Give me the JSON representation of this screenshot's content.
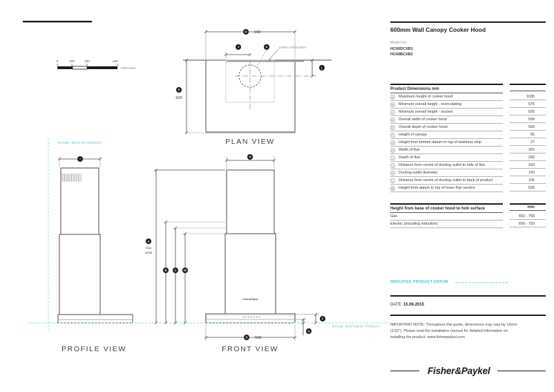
{
  "scale_bar": {
    "ticks": [
      "0",
      "100",
      "200",
      "400"
    ],
    "unit": "Millimetres"
  },
  "plan_view": {
    "title": "PLAN VIEW",
    "width_badge": "D",
    "width_value": "598",
    "depth_badge": "E",
    "depth_value": "500",
    "offset_badge": "J",
    "outlet_badge": "K",
    "back_badge": "L",
    "power_cord_note": "power cord location"
  },
  "profile_view": {
    "title": "PROFILE VIEW",
    "datum_rear_label": "DATUM : REAR OF PRODUCT",
    "flue_depth_badge": "I"
  },
  "front_view": {
    "title": "FRONT VIEW",
    "flue_width_badge": "H",
    "max_height_badge": "A",
    "max_height_prefix": "max",
    "max_height_value": "1035",
    "recirc_badge": "B",
    "ducted_badge": "C",
    "lower_flue_badge": "M",
    "canopy_badge": "F",
    "strip_badge": "G",
    "width_badge": "D",
    "width_value": "598",
    "brand_text": "Fisher&Paykel",
    "datum_bottom_label": "DATUM : BOTTOM OF PRODUCT"
  },
  "info": {
    "title": "600mm Wall Canopy Cooker Hood",
    "model_label": "Model no:",
    "models": [
      "HC60DCXB1",
      "HC60BCXB2"
    ],
    "dimensions_table": {
      "header": "Product Dimensions mm",
      "rows": [
        {
          "key": "A",
          "label": "Maximum height of cooker hood",
          "value": "1035"
        },
        {
          "key": "B",
          "label": "Minimum overall height - recirculating",
          "value": "675"
        },
        {
          "key": "C",
          "label": "Minimum overall height - ducted",
          "value": "635"
        },
        {
          "key": "D",
          "label": "Overall width of cooker hood",
          "value": "598"
        },
        {
          "key": "E",
          "label": "Overall depth of cooker hood",
          "value": "500"
        },
        {
          "key": "F",
          "label": "Height of canopy",
          "value": "55"
        },
        {
          "key": "G",
          "label": "Height from bottom datum to top of stainless strip",
          "value": "27"
        },
        {
          "key": "H",
          "label": "Width of flue",
          "value": "320"
        },
        {
          "key": "I",
          "label": "Depth of flue",
          "value": "290"
        },
        {
          "key": "J",
          "label": "Distance from centre of ducting outlet to side of flue",
          "value": "160"
        },
        {
          "key": "K",
          "label": "Ducting outlet diameter",
          "value": "150"
        },
        {
          "key": "L",
          "label": "Distance from centre of ducting outlet to back of product",
          "value": "105"
        },
        {
          "key": "M",
          "label": "Height from datum to top of lower flue section",
          "value": "595"
        }
      ]
    },
    "hob_table": {
      "header": "Height from base of cooker hood to hob surface",
      "unit": "mm",
      "rows": [
        {
          "label": "Gas",
          "value": "650 - 750"
        },
        {
          "label": "Electric (including induction)",
          "value": "600 - 750"
        }
      ]
    },
    "datum_legend": "INDICATES PRODUCT DATUM",
    "date_label": "DATE:",
    "date_value": "15.06.2015",
    "note": "IMPORTANT NOTE: Throughout this guide, dimensions may vary by ±2mm (1/32\"). Please read the installation manual for detailed information on installing the product. www.fisherpaykel.com",
    "logo": "Fisher&Paykel"
  },
  "colors": {
    "datum_cyan": "#45c2d8",
    "ink": "#1a1a1a"
  }
}
